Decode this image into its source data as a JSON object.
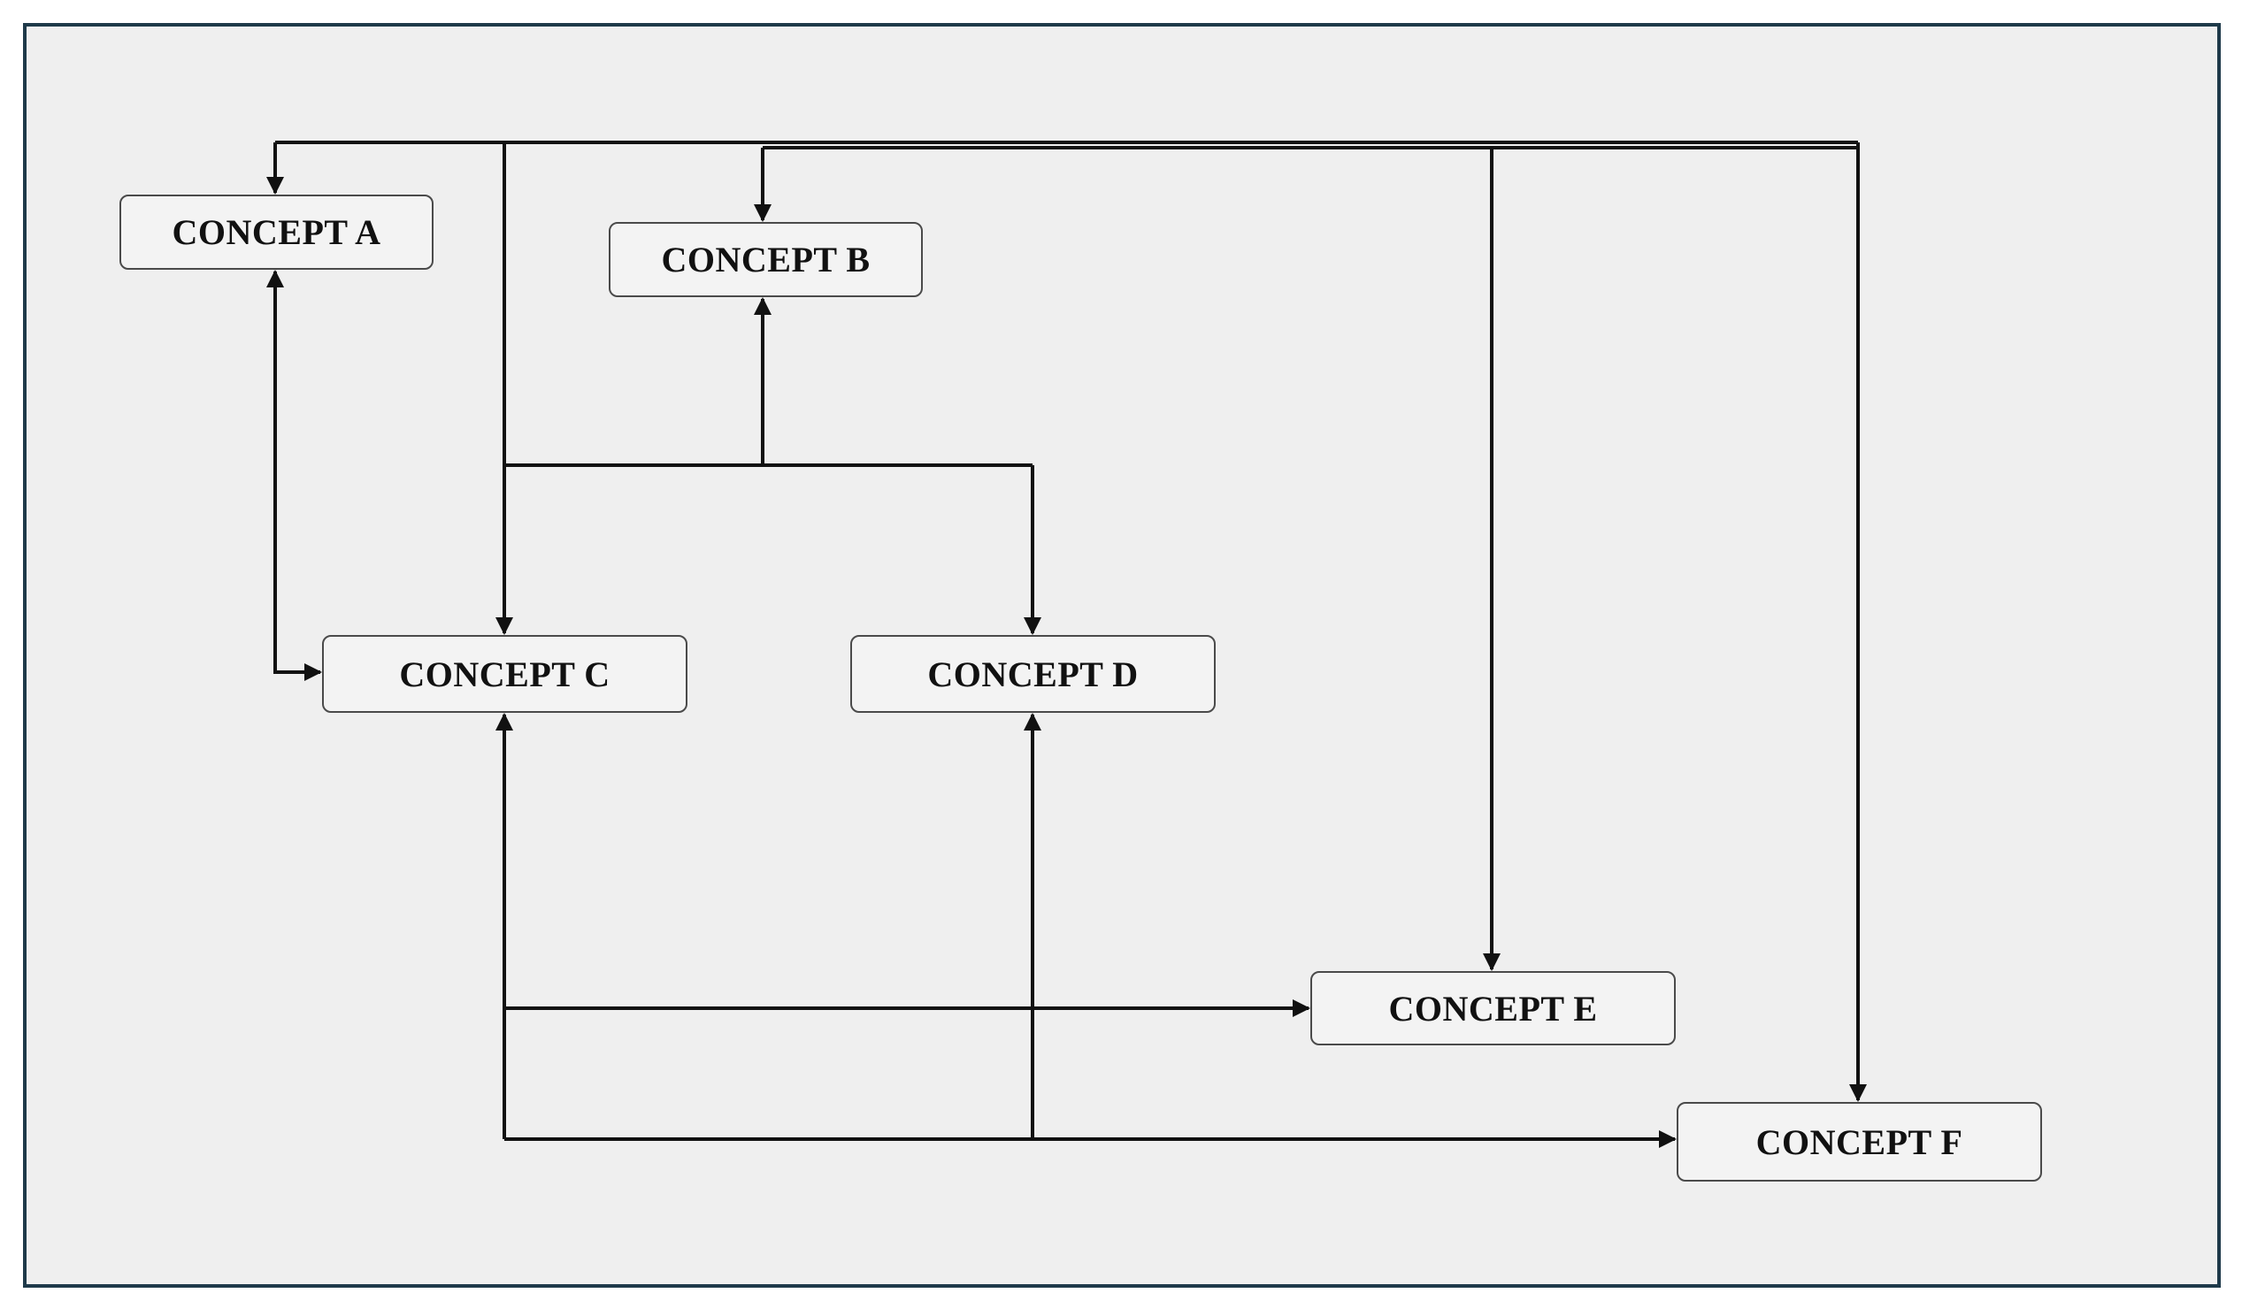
{
  "nodes": {
    "a": {
      "label": "CONCEPT A"
    },
    "b": {
      "label": "CONCEPT B"
    },
    "c": {
      "label": "CONCEPT C"
    },
    "d": {
      "label": "CONCEPT D"
    },
    "e": {
      "label": "CONCEPT E"
    },
    "f": {
      "label": "CONCEPT F"
    }
  },
  "colors": {
    "background": "#efefef",
    "frame_border": "#1f3a4a",
    "line": "#111111",
    "node_border": "#4a4a4a"
  }
}
